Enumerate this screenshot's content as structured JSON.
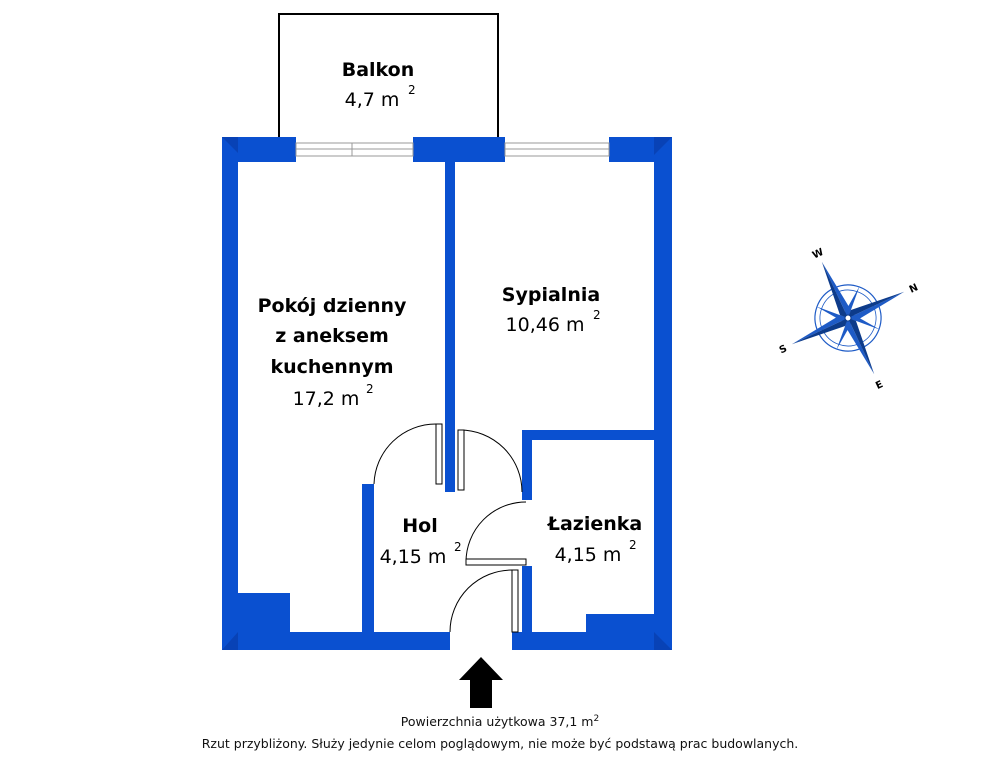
{
  "rooms": {
    "balkon": {
      "name": "Balkon",
      "area": "4,7 m",
      "unit_exp": "2"
    },
    "pokoj": {
      "name_lines": [
        "Pokój dzienny",
        "z aneksem",
        "kuchennym"
      ],
      "area": "17,2 m",
      "unit_exp": "2"
    },
    "sypialnia": {
      "name": "Sypialnia",
      "area": "10,46 m",
      "unit_exp": "2"
    },
    "hol": {
      "name": "Hol",
      "area": "4,15 m",
      "unit_exp": "2"
    },
    "lazienka": {
      "name": "Łazienka",
      "area": "4,15 m",
      "unit_exp": "2"
    }
  },
  "compass": {
    "W": "W",
    "N": "N",
    "S": "S",
    "E": "E"
  },
  "footer": {
    "area_label": "Powierzchnia użytkowa  37,1 m",
    "area_exp": "2",
    "disclaimer": "Rzut przybliżony. Służy jedynie celom poglądowym, nie może być podstawą prac budowlanych."
  },
  "colors": {
    "wall": "#0a50d0",
    "wall_dark": "#0836a0",
    "compass": "#1e5bc6"
  }
}
